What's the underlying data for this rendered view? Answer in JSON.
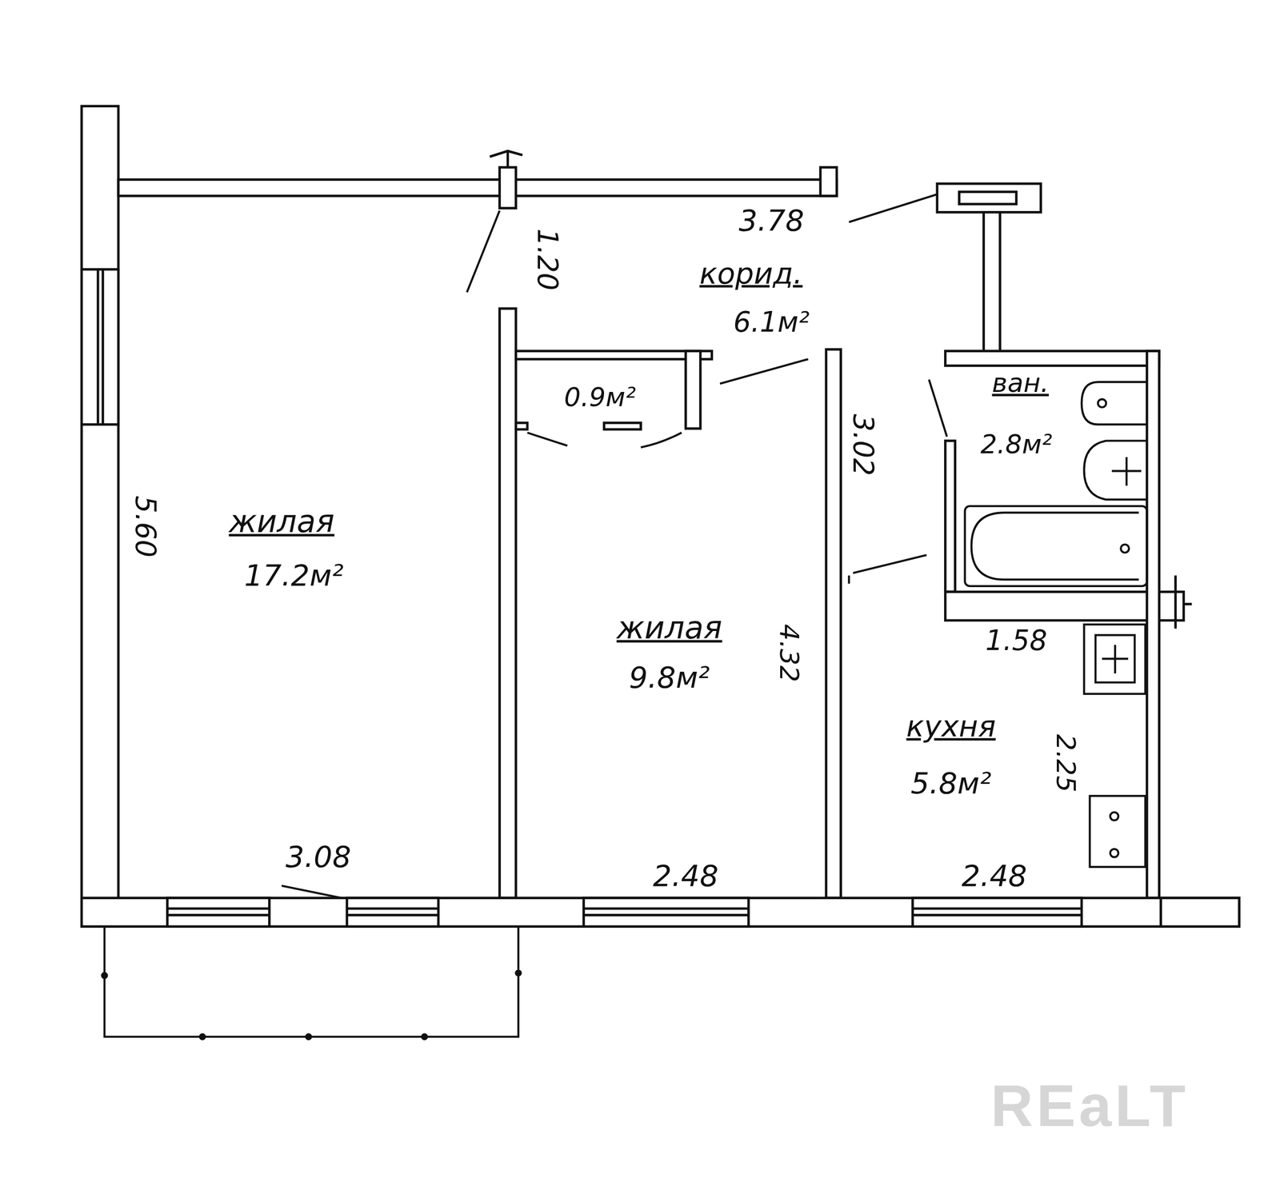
{
  "diagram": {
    "nodes": [
      {
        "text": [
          "жилая",
          "17.2м²"
        ]
      },
      {
        "text": [
          "корид.",
          "6.1м²"
        ]
      },
      {
        "text": [
          "0.9м²"
        ]
      },
      {
        "text": [
          "ван.",
          "2.8м²"
        ]
      },
      {
        "text": [
          "жилая",
          "9.8м²"
        ]
      },
      {
        "text": [
          "кухня",
          "5.8м²"
        ]
      }
    ],
    "labels": [
      "3.78",
      "1.20",
      "3.02",
      "5.60",
      "4.32",
      "1.58",
      "2.25",
      "3.08",
      "2.48",
      "2.48",
      "REaLT"
    ]
  }
}
